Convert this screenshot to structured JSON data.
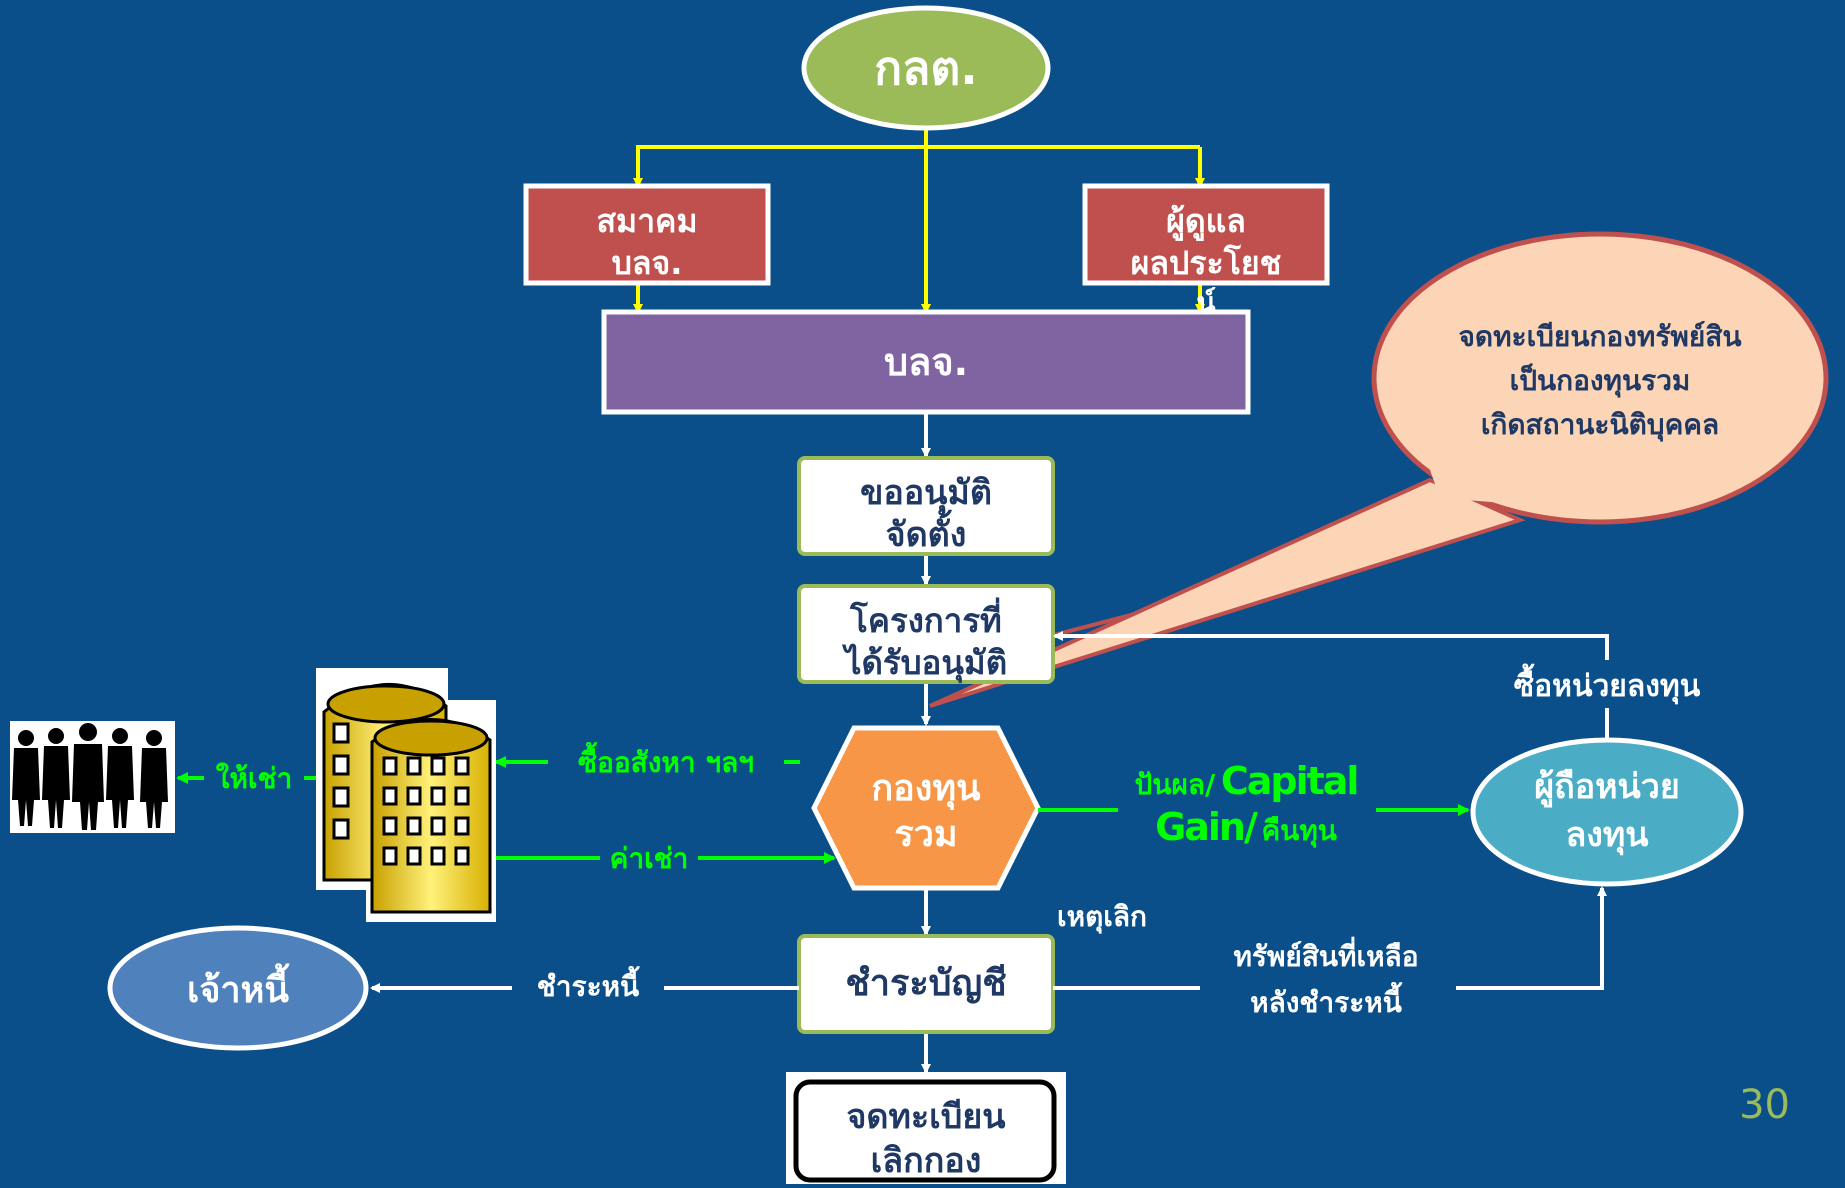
{
  "nodes": {
    "sec": "กลต.",
    "association": [
      "สมาคม",
      "บลจ."
    ],
    "trustee": [
      "ผู้ดูแล",
      "ผลประโยช",
      "น์"
    ],
    "amc": "บลจ.",
    "approval": [
      "ขออนุมัติ",
      "จัดตั้ง"
    ],
    "approved_project": [
      "โครงการที่",
      "ได้รับอนุมัติ"
    ],
    "fund": [
      "กองทุน",
      "รวม"
    ],
    "liquidation": "ชำระบัญชี",
    "deregister": [
      "จดทะเบียน",
      "เลิกกอง"
    ],
    "creditor": "เจ้าหนี้",
    "unitholder": [
      "ผู้ถือหน่วย",
      "ลงทุน"
    ]
  },
  "callout": [
    "จดทะเบียนกองทรัพย์สิน",
    "เป็นกองทุนรวม",
    "เกิดสถานะนิติบุคคล"
  ],
  "labels": {
    "buy_assets": "ซื้ออสังหา ฯลฯ",
    "rent": "ค่าเช่า",
    "lease": "ให้เช่า",
    "dividend_prefix": "ปันผล/",
    "capital": "Capital",
    "gain": "Gain/",
    "return_capital": "คืนทุน",
    "buy_units": "ซื้อหน่วยลงทุน",
    "dissolve_reason": "เหตุเลิก",
    "pay_debt": "ชำระหนี้",
    "remaining_assets": [
      "ทรัพย์สินที่เหลือ",
      "หลังชำระหนี้"
    ]
  },
  "page_number": "30",
  "colors": {
    "background": "#0a4f8a",
    "sec_ellipse": "#9bbb59",
    "red_box": "#c0504d",
    "purple_box": "#8064a2",
    "fund_hex": "#f79646",
    "unitholder_ellipse": "#4bacc6",
    "creditor_ellipse": "#4f81bd",
    "callout_fill": "#fbd5b5",
    "callout_border": "#c0504d",
    "yellow_arrow": "#ffff00",
    "green_arrow": "#00ff00",
    "page_number": "#9bbb59"
  }
}
